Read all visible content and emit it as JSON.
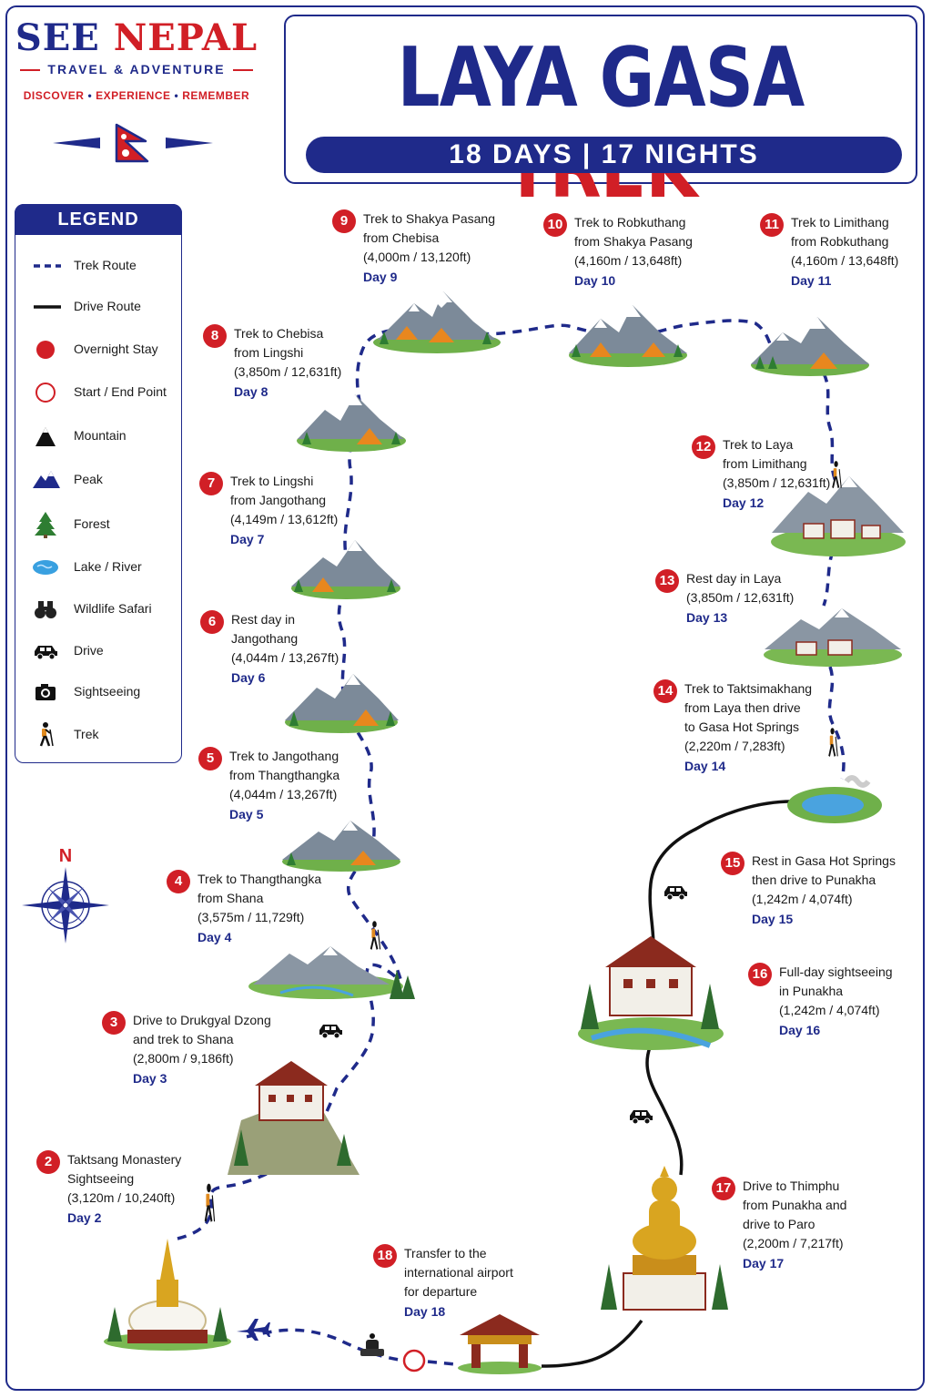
{
  "brand": {
    "name_part1": "SEE",
    "name_part2": "NEPAL",
    "subtitle": "TRAVEL & ADVENTURE",
    "tagline": [
      "DISCOVER",
      "EXPERIENCE",
      "REMEMBER"
    ]
  },
  "title": {
    "part1": "LAYA GASA",
    "part2": "TREK",
    "duration": "18 DAYS | 17 NIGHTS"
  },
  "legend": {
    "heading": "LEGEND",
    "items": [
      {
        "label": "Trek Route",
        "icon": "dashed-line-icon"
      },
      {
        "label": "Drive Route",
        "icon": "solid-line-icon"
      },
      {
        "label": "Overnight Stay",
        "icon": "red-dot-icon"
      },
      {
        "label": "Start / End Point",
        "icon": "red-ring-icon"
      },
      {
        "label": "Mountain",
        "icon": "mountain-icon"
      },
      {
        "label": "Peak",
        "icon": "peak-icon"
      },
      {
        "label": "Forest",
        "icon": "tree-icon"
      },
      {
        "label": "Lake / River",
        "icon": "lake-icon"
      },
      {
        "label": "Wildlife Safari",
        "icon": "binoculars-icon"
      },
      {
        "label": "Drive",
        "icon": "car-icon"
      },
      {
        "label": "Sightseeing",
        "icon": "camera-icon"
      },
      {
        "label": "Trek",
        "icon": "hiker-icon"
      }
    ]
  },
  "compass": {
    "north": "N"
  },
  "colors": {
    "navy": "#1f2a8a",
    "red": "#d11f26"
  },
  "stops": [
    {
      "num": "2",
      "lines": [
        "Taktsang Monastery",
        "Sightseeing",
        "(3,120m / 10,240ft)"
      ],
      "day": "Day 2"
    },
    {
      "num": "3",
      "lines": [
        "Drive to Drukgyal Dzong",
        "and trek to Shana",
        "(2,800m / 9,186ft)"
      ],
      "day": "Day 3"
    },
    {
      "num": "4",
      "lines": [
        "Trek to Thangthangka",
        "from Shana",
        "(3,575m / 11,729ft)"
      ],
      "day": "Day 4"
    },
    {
      "num": "5",
      "lines": [
        "Trek to Jangothang",
        "from Thangthangka",
        "(4,044m / 13,267ft)"
      ],
      "day": "Day 5"
    },
    {
      "num": "6",
      "lines": [
        "Rest day in",
        "Jangothang",
        "(4,044m / 13,267ft)"
      ],
      "day": "Day 6"
    },
    {
      "num": "7",
      "lines": [
        "Trek to Lingshi",
        "from Jangothang",
        "(4,149m / 13,612ft)"
      ],
      "day": "Day 7"
    },
    {
      "num": "8",
      "lines": [
        "Trek to Chebisa",
        "from Lingshi",
        "(3,850m / 12,631ft)"
      ],
      "day": "Day 8"
    },
    {
      "num": "9",
      "lines": [
        "Trek to Shakya Pasang",
        "from Chebisa",
        "(4,000m / 13,120ft)"
      ],
      "day": "Day 9"
    },
    {
      "num": "10",
      "lines": [
        "Trek to Robkuthang",
        "from Shakya Pasang",
        "(4,160m / 13,648ft)"
      ],
      "day": "Day 10"
    },
    {
      "num": "11",
      "lines": [
        "Trek to Limithang",
        "from Robkuthang",
        "(4,160m / 13,648ft)"
      ],
      "day": "Day 11"
    },
    {
      "num": "12",
      "lines": [
        "Trek to Laya",
        "from Limithang",
        "(3,850m / 12,631ft)"
      ],
      "day": "Day 12"
    },
    {
      "num": "13",
      "lines": [
        "Rest day in Laya",
        "(3,850m / 12,631ft)"
      ],
      "day": "Day 13"
    },
    {
      "num": "14",
      "lines": [
        "Trek to Taktsimakhang",
        "from Laya then drive",
        "to Gasa Hot Springs",
        "(2,220m / 7,283ft)"
      ],
      "day": "Day 14"
    },
    {
      "num": "15",
      "lines": [
        "Rest in Gasa Hot Springs",
        "then drive to Punakha",
        "(1,242m / 4,074ft)"
      ],
      "day": "Day 15"
    },
    {
      "num": "16",
      "lines": [
        "Full-day sightseeing",
        "in Punakha",
        "(1,242m / 4,074ft)"
      ],
      "day": "Day 16"
    },
    {
      "num": "17",
      "lines": [
        "Drive to Thimphu",
        "from Punakha and",
        "drive to Paro",
        "(2,200m / 7,217ft)"
      ],
      "day": "Day 17"
    },
    {
      "num": "18",
      "lines": [
        "Transfer to the",
        "international airport",
        "for departure"
      ],
      "day": "Day 18"
    }
  ]
}
